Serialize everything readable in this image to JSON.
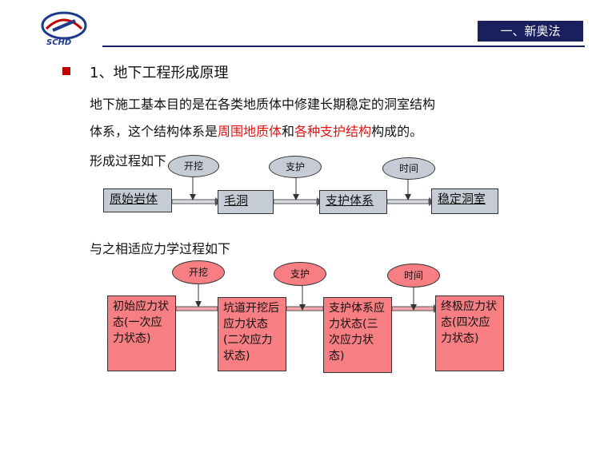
{
  "header": {
    "logo_text": "SCHD",
    "section_label": "一、新奥法"
  },
  "heading": "1、地下工程形成原理",
  "paragraph": {
    "line1": "地下施工基本目的是在各类地质体中修建长期稳定的洞室结构",
    "line2_a": "体系，这个结构体系是",
    "line2_red1": "周围地质体",
    "line2_b": "和",
    "line2_red2": "各种支护结构",
    "line2_c": "构成的。",
    "line3": "形成过程如下"
  },
  "flow1": {
    "boxes": [
      "原始岩体",
      "毛洞",
      "支护体系",
      "稳定洞室"
    ],
    "actions": [
      "开挖",
      "支护",
      "时间"
    ]
  },
  "subheading2": "与之相适应力学过程如下",
  "flow2": {
    "boxes": [
      "初始应力状态(一次应力状态)",
      "坑道开挖后应力状态(二次应力状态)",
      "支护体系应力状态(三次应力状态)",
      "终极应力状态(四次应力状态)"
    ],
    "actions": [
      "开挖",
      "支护",
      "时间"
    ]
  },
  "colors": {
    "accent": "#1a1f5e",
    "bullet": "#c00000",
    "highlight": "#e81010",
    "gray_box": "#c6ccd6",
    "pink_box": "#f77e82"
  }
}
